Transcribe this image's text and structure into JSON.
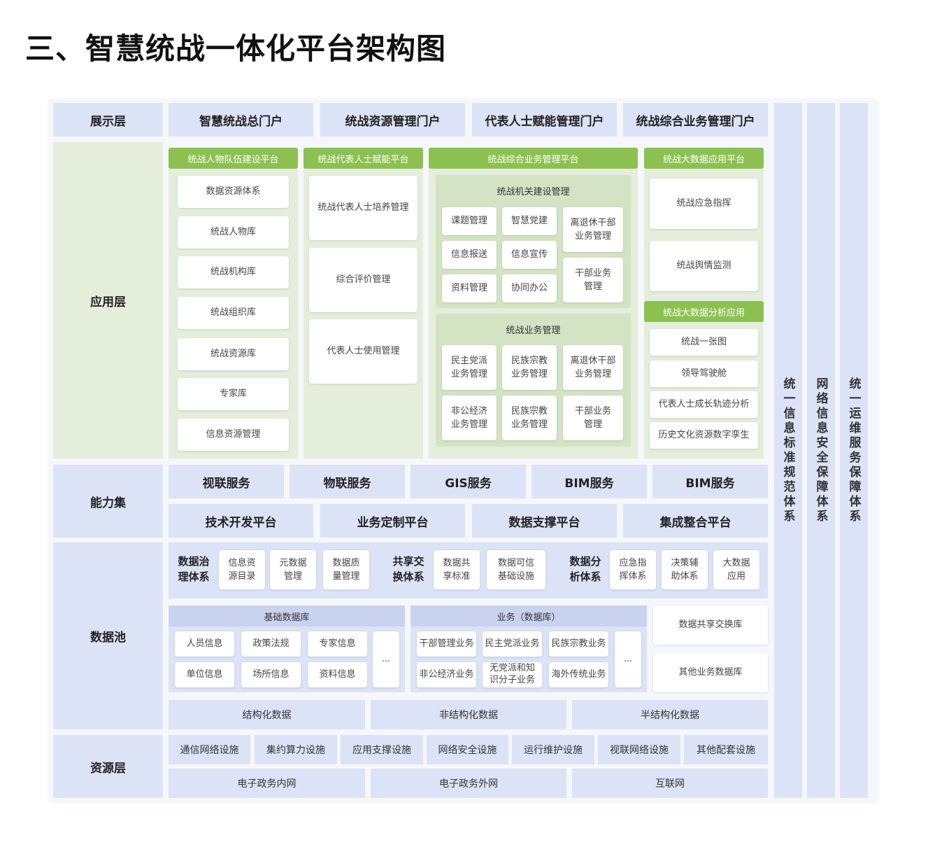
{
  "title": "三、智慧统战一体化平台架构图",
  "layers": {
    "display": "展示层",
    "application": "应用层",
    "capability": "能力集",
    "data_pool": "数据池",
    "resource": "资源层"
  },
  "portals": [
    "智慧统战总门户",
    "统战资源管理门户",
    "代表人士赋能管理门户",
    "统战综合业务管理门户"
  ],
  "app": {
    "col1": {
      "title": "统战人物队伍建设平台",
      "items": [
        "数据资源体系",
        "统战人物库",
        "统战机构库",
        "统战组织库",
        "统战资源库",
        "专家库",
        "信息资源管理"
      ]
    },
    "col2": {
      "title": "统战代表人士赋能平台",
      "items": [
        "统战代表人士培养管理",
        "综合评价管理",
        "代表人士使用管理"
      ]
    },
    "col3": {
      "title": "统战综合业务管理平台",
      "org": {
        "title": "统战机关建设管理",
        "items": [
          "课题管理",
          "智慧党建",
          "信息报送",
          "信息宣传",
          "资料管理",
          "协同办公"
        ],
        "right": [
          "离退休干部\n业务管理",
          "干部业务\n管理"
        ]
      },
      "biz": {
        "title": "统战业务管理",
        "items": [
          "民主党派\n业务管理",
          "民族宗教\n业务管理",
          "离退休干部\n业务管理",
          "非公经济\n业务管理",
          "民族宗教\n业务管理",
          "干部业务\n管理"
        ]
      }
    },
    "col4": {
      "title": "统战大数据应用平台",
      "items": [
        "统战应急指挥",
        "统战舆情监测"
      ],
      "title2": "统战大数据分析应用",
      "items2": [
        "统战一张图",
        "领导驾驶舱",
        "代表人士成长轨迹分析",
        "历史文化资源数字孪生"
      ]
    }
  },
  "capability": {
    "services": [
      "视联服务",
      "物联服务",
      "GIS服务",
      "BIM服务",
      "BIM服务"
    ],
    "platforms": [
      "技术开发平台",
      "业务定制平台",
      "数据支撑平台",
      "集成整合平台"
    ]
  },
  "datapool": {
    "groups": [
      {
        "label": "数据治\n理体系",
        "items": [
          "信息资\n源目录",
          "元数据\n管理",
          "数据质\n量管理"
        ]
      },
      {
        "label": "共享交\n换体系",
        "items": [
          "数据共\n享标准",
          "数据可信\n基础设施"
        ]
      },
      {
        "label": "数据分\n析体系",
        "items": [
          "应急指\n挥体系",
          "决策辅\n助体系",
          "大数据\n应用"
        ]
      }
    ],
    "base_db": {
      "title": "基础数据库",
      "items": [
        "人员信息",
        "政策法规",
        "专家信息",
        "单位信息",
        "场所信息",
        "资料信息"
      ],
      "more": "..."
    },
    "biz_db": {
      "title": "业务（数据库）",
      "items": [
        "干部管理业务",
        "民主党派业务",
        "民族宗教业务",
        "非公经济业务",
        "无党派和知\n识分子业务",
        "海外传统业务"
      ],
      "more": "..."
    },
    "side": [
      "数据共享交换库",
      "其他业务数据库"
    ],
    "types": [
      "结构化数据",
      "非结构化数据",
      "半结构化数据"
    ]
  },
  "resource": {
    "facilities": [
      "通信网络设施",
      "集约算力设施",
      "应用支撑设施",
      "网络安全设施",
      "运行维护设施",
      "视联网络设施",
      "其他配套设施"
    ],
    "networks": [
      "电子政务内网",
      "电子政务外网",
      "互联网"
    ]
  },
  "pillars": [
    "统一信息标准规范体系",
    "网络信息安全保障体系",
    "统一运维服务保障体系"
  ]
}
